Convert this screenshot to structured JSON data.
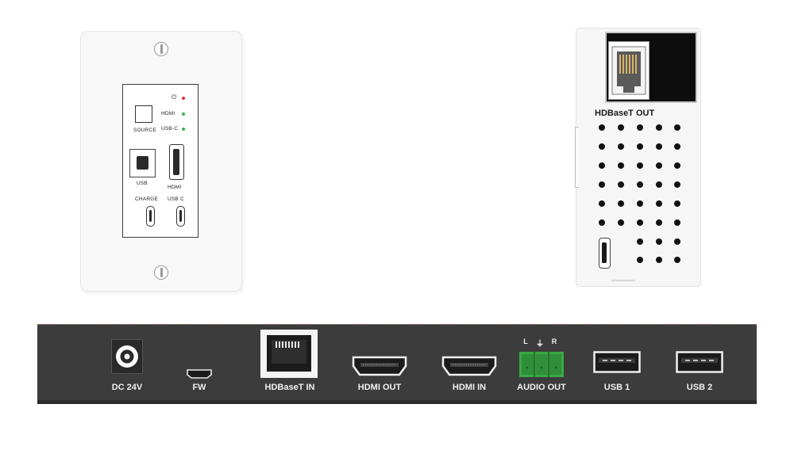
{
  "wall_plate": {
    "labels": {
      "source": "SOURCE",
      "hdmi_led": "HDMI",
      "usbc_led": "USB-C",
      "usb": "USB",
      "hdmi": "HDMI",
      "charge": "CHARGE",
      "usbc": "USB C"
    },
    "power_symbol": "⏻",
    "led_colors": {
      "power": "#e03030",
      "hdmi": "#3ab54a",
      "usbc": "#3ab54a"
    }
  },
  "receiver": {
    "port_label": "HDBaseT OUT"
  },
  "rear_panel": {
    "ports": [
      {
        "id": "dc",
        "label": "DC 24V"
      },
      {
        "id": "fw",
        "label": "FW"
      },
      {
        "id": "hdbaset",
        "label": "HDBaseT IN"
      },
      {
        "id": "hdmiout",
        "label": "HDMI OUT"
      },
      {
        "id": "hdmiin",
        "label": "HDMI IN"
      },
      {
        "id": "audio",
        "label": "AUDIO OUT"
      },
      {
        "id": "usb1",
        "label": "USB 1"
      },
      {
        "id": "usb2",
        "label": "USB 2"
      }
    ],
    "audio_pins": {
      "left": "L",
      "ground": "⏚",
      "right": "R"
    },
    "terminal_color": "#3aa845"
  }
}
